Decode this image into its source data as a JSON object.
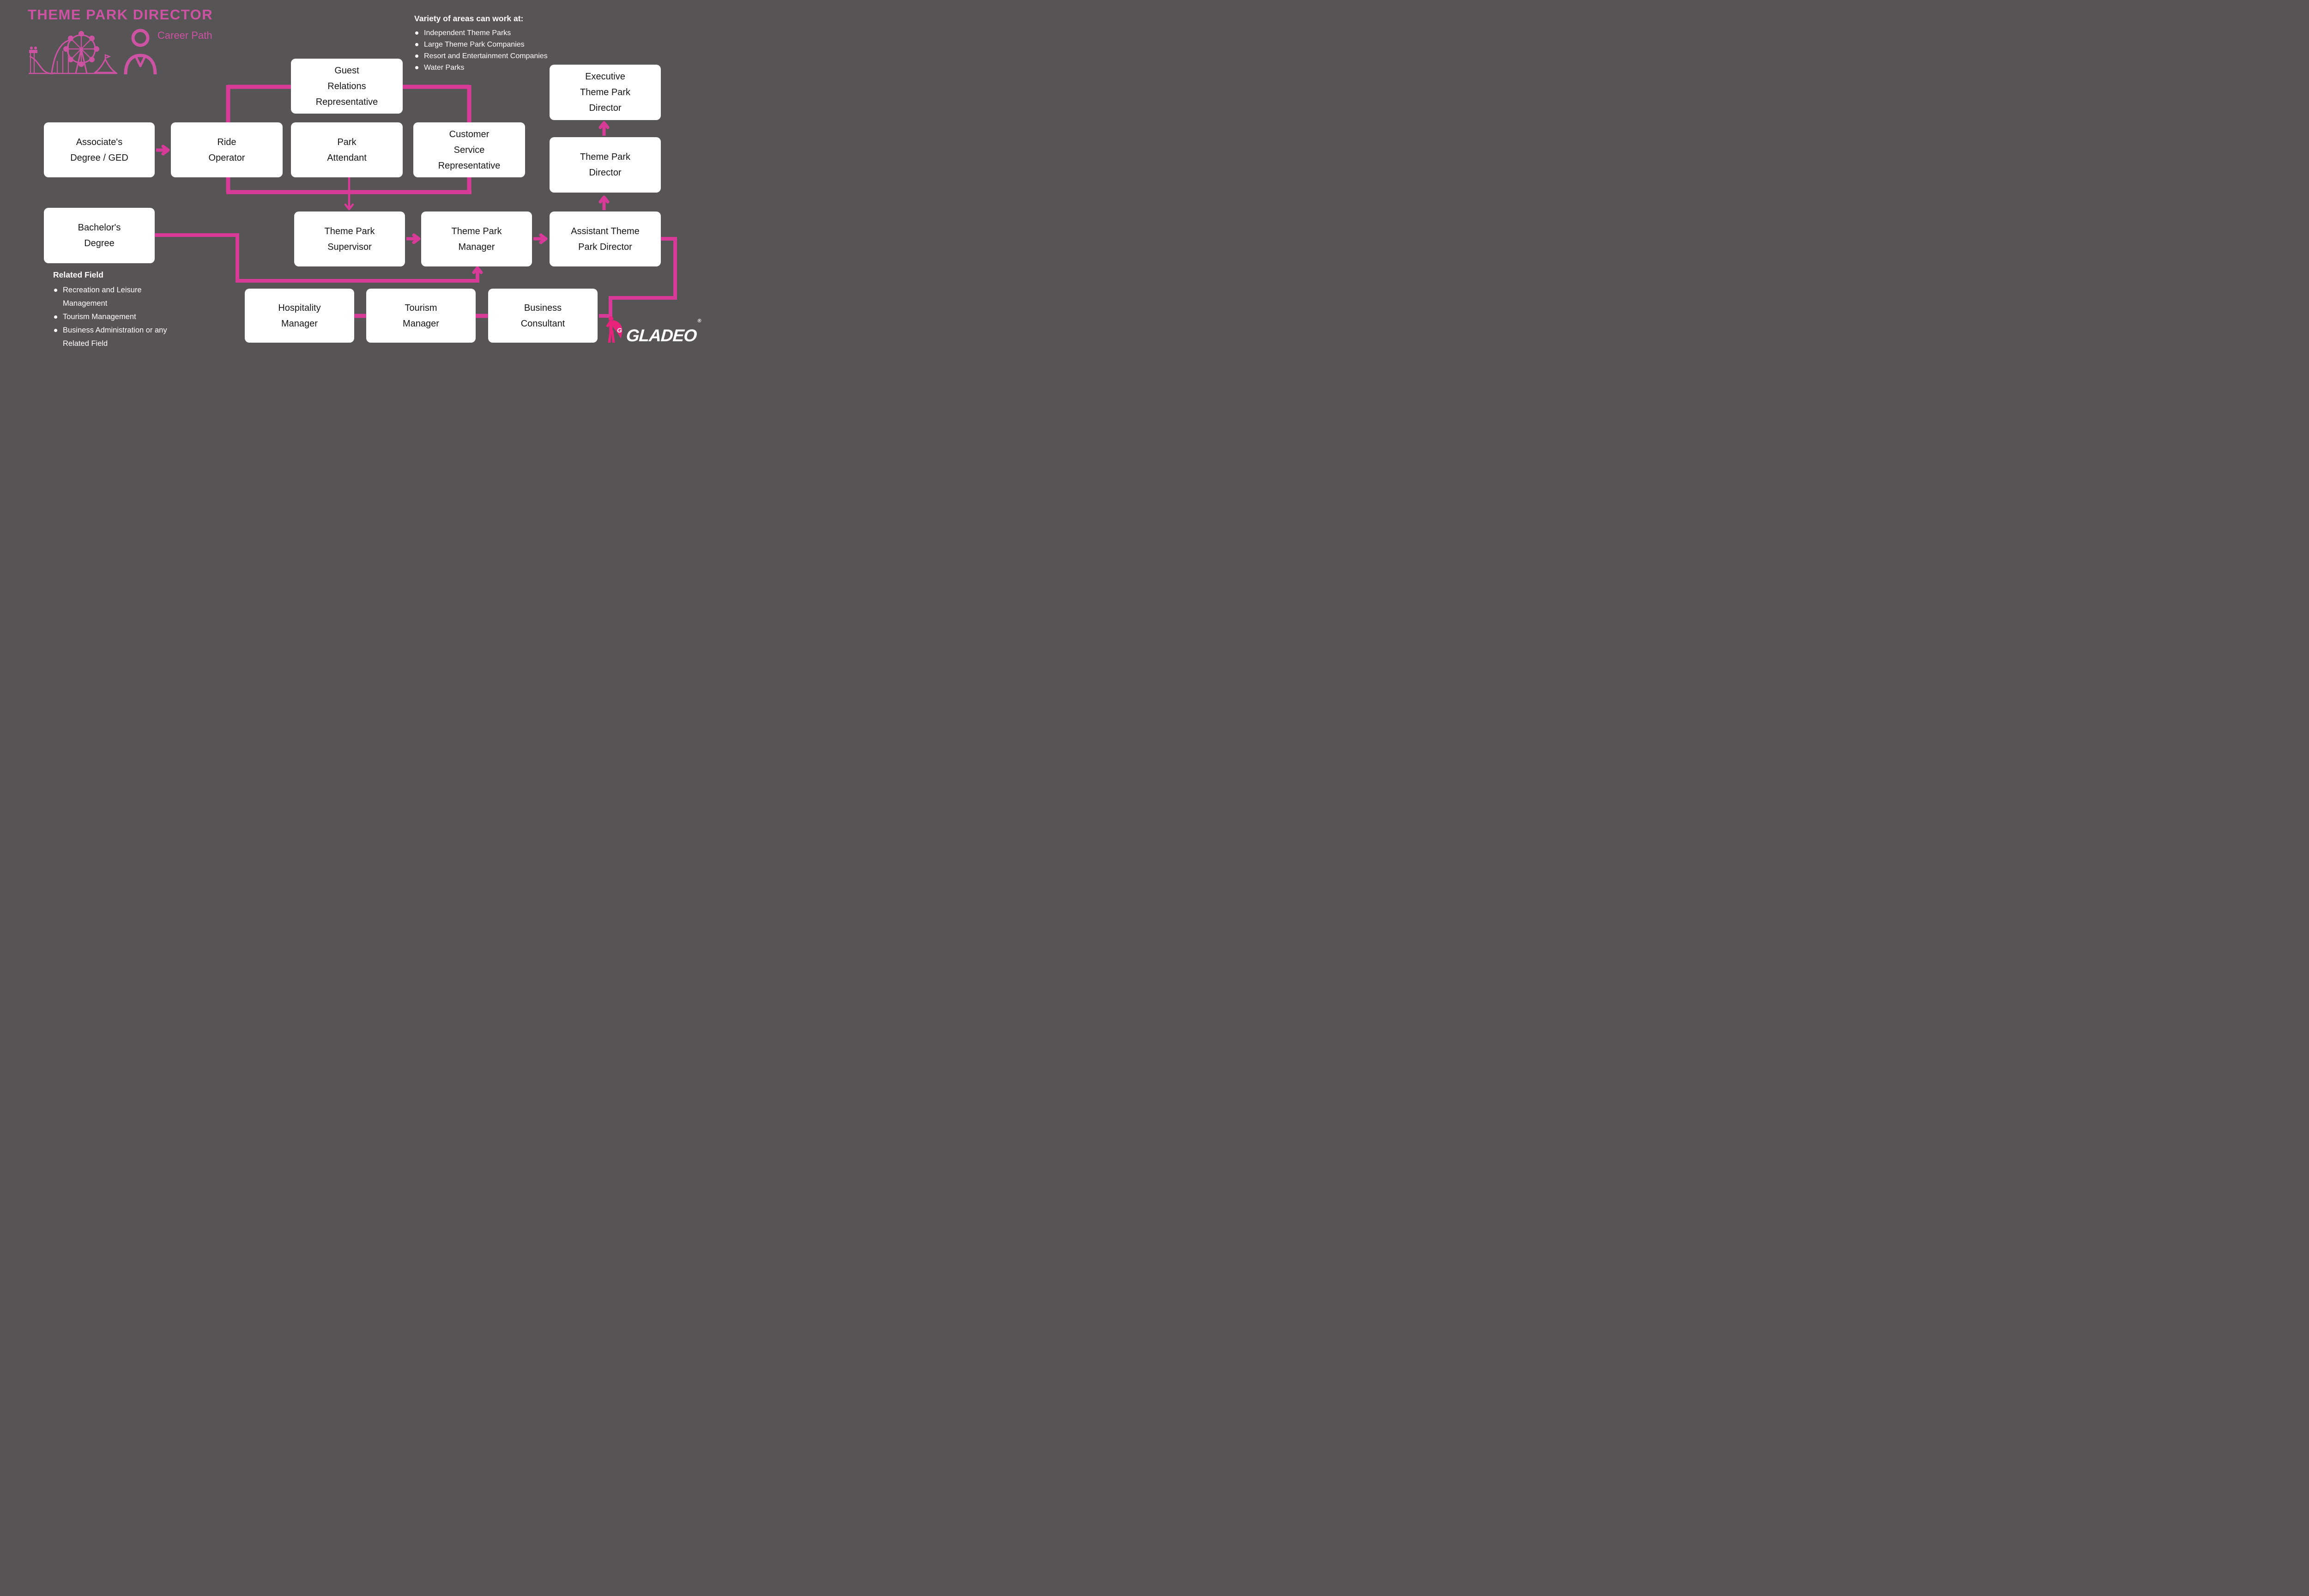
{
  "header": {
    "title": "THEME PARK DIRECTOR",
    "subtitle": "Career Path"
  },
  "work_areas": {
    "heading": "Variety of areas can work at:",
    "items": [
      "Independent Theme Parks",
      "Large Theme Park Companies",
      "Resort and Entertainment Companies",
      "Water Parks"
    ]
  },
  "related_field": {
    "heading": "Related Field",
    "items": [
      "Recreation and Leisure Management",
      "Tourism Management",
      "Business Administration or any Related Field"
    ]
  },
  "nodes": {
    "associates_degree": "Associate's\nDegree / GED",
    "ride_operator": "Ride\nOperator",
    "park_attendant": "Park\nAttendant",
    "guest_relations": "Guest\nRelations\nRepresentative",
    "customer_service": "Customer\nService\nRepresentative",
    "executive_director": "Executive\nTheme Park\nDirector",
    "theme_park_director": "Theme Park\nDirector",
    "assistant_director": "Assistant Theme\nPark Director",
    "supervisor": "Theme Park\nSupervisor",
    "manager": "Theme Park\nManager",
    "bachelors_degree": "Bachelor's\nDegree",
    "hospitality_manager": "Hospitality\nManager",
    "tourism_manager": "Tourism\nManager",
    "business_consultant": "Business\nConsultant"
  },
  "logo": {
    "brand": "GLADEO",
    "registered_mark": "®",
    "mascot_letter": "G"
  },
  "colors": {
    "background": "#575456",
    "connector_pink": "#d83a98",
    "title_pink": "#cc52a2",
    "mascot_pink": "#e9237c",
    "box_background": "#ffffff",
    "box_text": "#161616",
    "list_text": "#ffffff"
  }
}
